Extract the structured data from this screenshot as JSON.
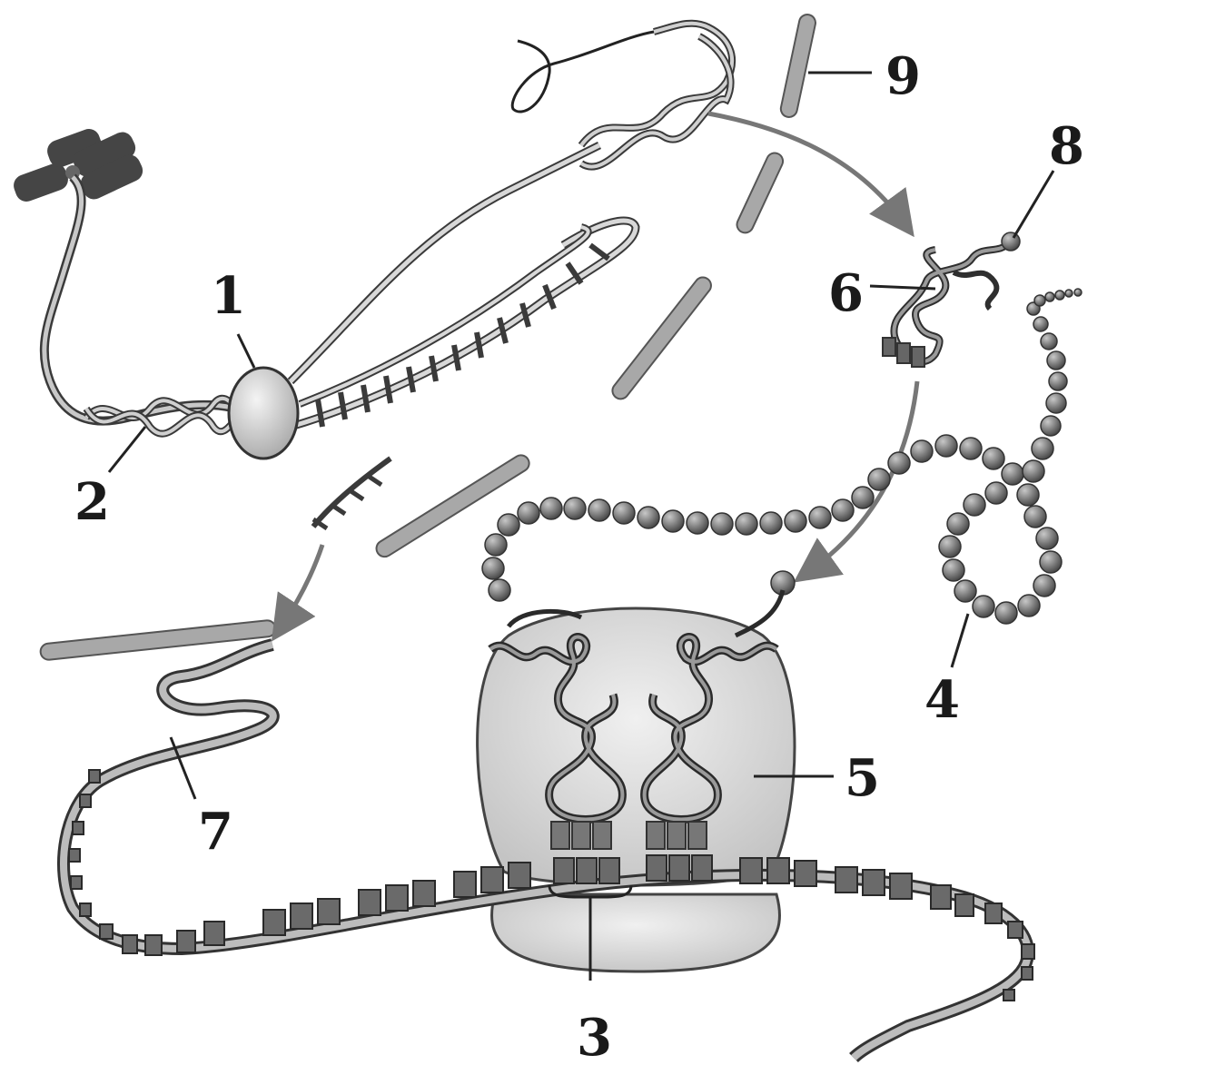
{
  "labels": {
    "l1": "1",
    "l2": "2",
    "l3": "3",
    "l4": "4",
    "l5": "5",
    "l6": "6",
    "l7": "7",
    "l8": "8",
    "l9": "9"
  },
  "colors": {
    "background": "#ffffff",
    "strand": "#8a8a8a",
    "strand_outline": "#3a3a3a",
    "bead": "#7a7a7a",
    "ribosome": "#d9d9d9",
    "enzyme": "#cfcfcf",
    "chromosome": "#444444"
  }
}
